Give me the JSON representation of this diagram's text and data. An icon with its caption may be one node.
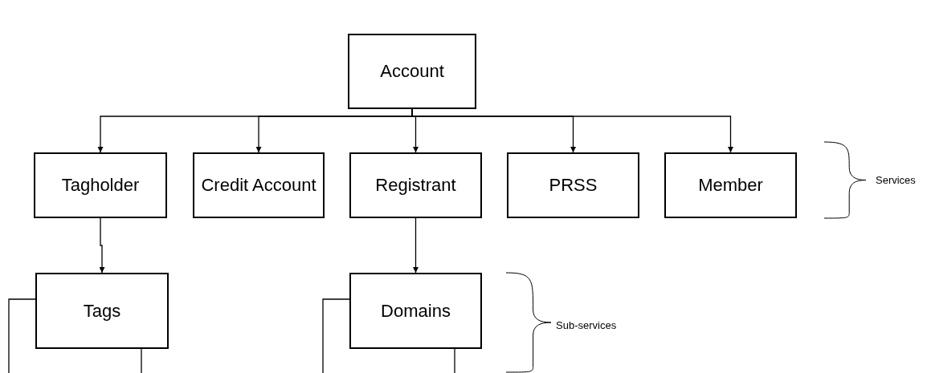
{
  "diagram": {
    "nodes": [
      {
        "text": [
          "Account"
        ]
      },
      {
        "text": [
          "Tagholder"
        ]
      },
      {
        "text": [
          "Credit Account"
        ]
      },
      {
        "text": [
          "Registrant"
        ]
      },
      {
        "text": [
          "PRSS"
        ]
      },
      {
        "text": [
          "Member"
        ]
      },
      {
        "text": [
          "Tags"
        ]
      },
      {
        "text": [
          "Domains"
        ]
      }
    ],
    "edges": [
      {
        "from": 0,
        "to": 1,
        "arrow": "to"
      },
      {
        "from": 0,
        "to": 2,
        "arrow": "to"
      },
      {
        "from": 0,
        "to": 3,
        "arrow": "to"
      },
      {
        "from": 0,
        "to": 4,
        "arrow": "to"
      },
      {
        "from": 0,
        "to": 5,
        "arrow": "to"
      },
      {
        "from": 1,
        "to": 6,
        "arrow": "to"
      },
      {
        "from": 3,
        "to": 7,
        "arrow": "to"
      },
      {
        "from": 6,
        "to": null,
        "arrow": "none"
      },
      {
        "from": 6,
        "to": null,
        "arrow": "none"
      },
      {
        "from": 7,
        "to": null,
        "arrow": "none"
      },
      {
        "from": 7,
        "to": null,
        "arrow": "none"
      }
    ],
    "labels": [
      "Services",
      "Sub-services"
    ]
  }
}
